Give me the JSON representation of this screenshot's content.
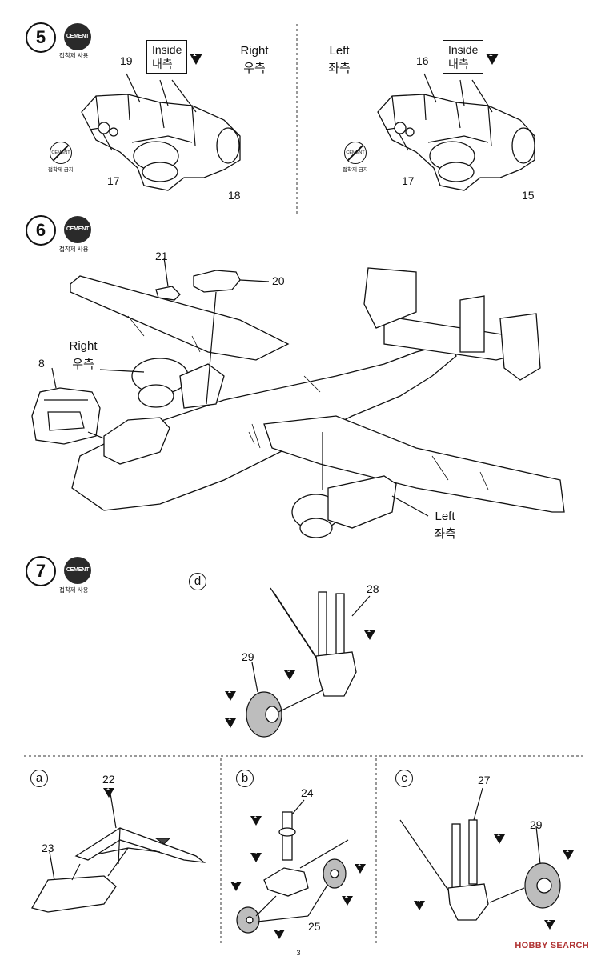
{
  "steps": {
    "s5": {
      "number": "5",
      "cement": "CEMENT",
      "cement_note": "접착제 사용",
      "no_cement_note": "접착제 금지",
      "right_panel": {
        "inside_en": "Inside",
        "inside_ko": "내측",
        "inside_mark": "1",
        "side_en": "Right",
        "side_ko": "우측",
        "parts": [
          "19",
          "17",
          "18"
        ]
      },
      "left_panel": {
        "inside_en": "Inside",
        "inside_ko": "내측",
        "inside_mark": "1",
        "side_en": "Left",
        "side_ko": "좌측",
        "parts": [
          "16",
          "17",
          "15"
        ]
      }
    },
    "s6": {
      "number": "6",
      "cement": "CEMENT",
      "cement_note": "접착제 사용",
      "parts": [
        "21",
        "20",
        "8"
      ],
      "right_en": "Right",
      "right_ko": "우측",
      "left_en": "Left",
      "left_ko": "좌측"
    },
    "s7": {
      "number": "7",
      "cement": "CEMENT",
      "cement_note": "접착제 사용",
      "sub_d": {
        "letter": "d",
        "parts": [
          "28",
          "29"
        ],
        "marks": [
          "1",
          "5",
          "2",
          "1"
        ]
      }
    }
  },
  "subassemblies": {
    "a": {
      "letter": "a",
      "parts": [
        "22",
        "23"
      ],
      "marks": [
        "1"
      ]
    },
    "b": {
      "letter": "b",
      "parts": [
        "24",
        "25"
      ],
      "marks": [
        "1",
        "5",
        "1",
        "2",
        "2",
        "1"
      ]
    },
    "c": {
      "letter": "c",
      "parts": [
        "27",
        "29"
      ],
      "marks": [
        "1",
        "5",
        "1",
        "2"
      ]
    }
  },
  "page_number": "3",
  "watermark": "HOBBY SEARCH"
}
